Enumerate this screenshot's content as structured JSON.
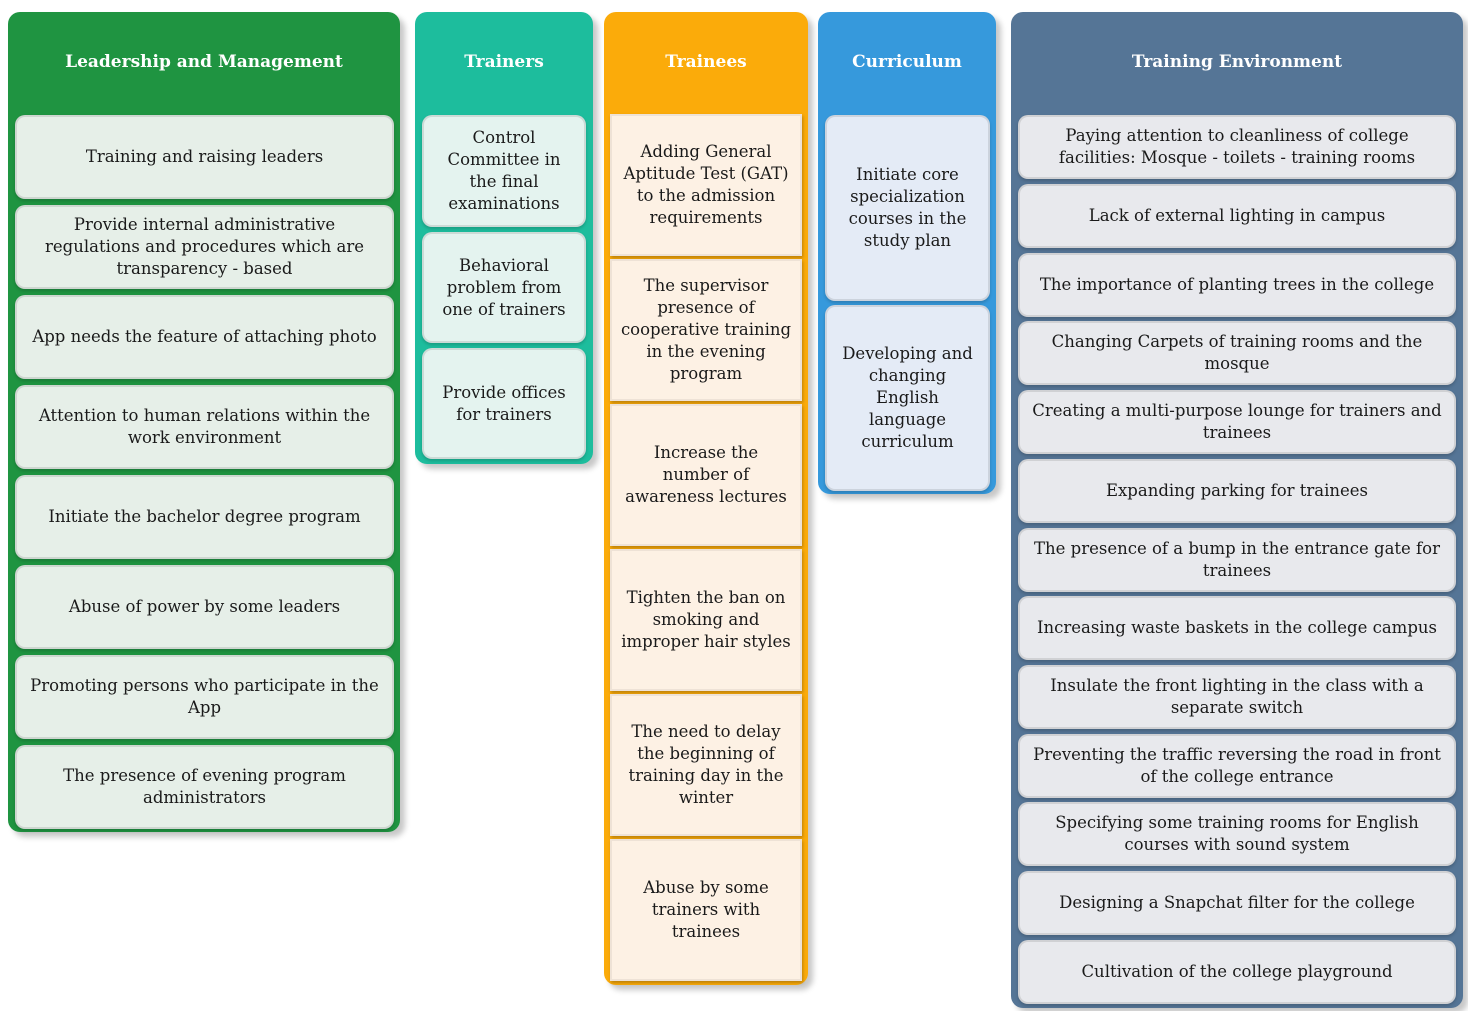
{
  "columns": {
    "leadership": {
      "title": "Leadership and Management",
      "items": [
        "Training and raising leaders",
        "Provide internal administrative regulations and procedures which are transparency - based",
        "App needs the feature of attaching photo",
        "Attention to human relations within the work environment",
        "Initiate the bachelor degree program",
        "Abuse of power by some leaders",
        "Promoting persons who participate in the App",
        "The presence of evening program administrators"
      ]
    },
    "trainers": {
      "title": "Trainers",
      "items": [
        "Control Committee in the final examinations",
        "Behavioral problem from one of trainers",
        "Provide offices for trainers"
      ]
    },
    "trainees": {
      "title": "Trainees",
      "items": [
        "Adding General Aptitude Test (GAT) to the admission requirements",
        "The supervisor presence of cooperative training in the evening program",
        "Increase the number of awareness lectures",
        "Tighten the ban on smoking and improper hair styles",
        "The need to delay the beginning of training day in the winter",
        "Abuse by some trainers with trainees"
      ]
    },
    "curriculum": {
      "title": "Curriculum",
      "items": [
        "Initiate core specialization courses in the study plan",
        "Developing and changing English language curriculum"
      ]
    },
    "environment": {
      "title": "Training Environment",
      "items": [
        "Paying attention to cleanliness of college facilities: Mosque - toilets - training rooms",
        "Lack of external lighting in campus",
        "The importance of planting trees in the college",
        "Changing Carpets of training rooms and the mosque",
        "Creating a multi-purpose lounge for trainers and trainees",
        "Expanding parking for trainees",
        "The presence of a bump in the entrance gate for trainees",
        "Increasing waste baskets in the college campus",
        "Insulate the front lighting in the class with a separate switch",
        "Preventing the traffic reversing the road in front of the college entrance",
        "Specifying some training rooms for English courses with sound system",
        "Designing a Snapchat filter for the college",
        "Cultivation of the college playground"
      ]
    }
  },
  "colors": {
    "leadership": "#1f9441",
    "trainers": "#1dbd9d",
    "trainees": "#fbab0a",
    "curriculum": "#3699dc",
    "environment": "#557596"
  }
}
